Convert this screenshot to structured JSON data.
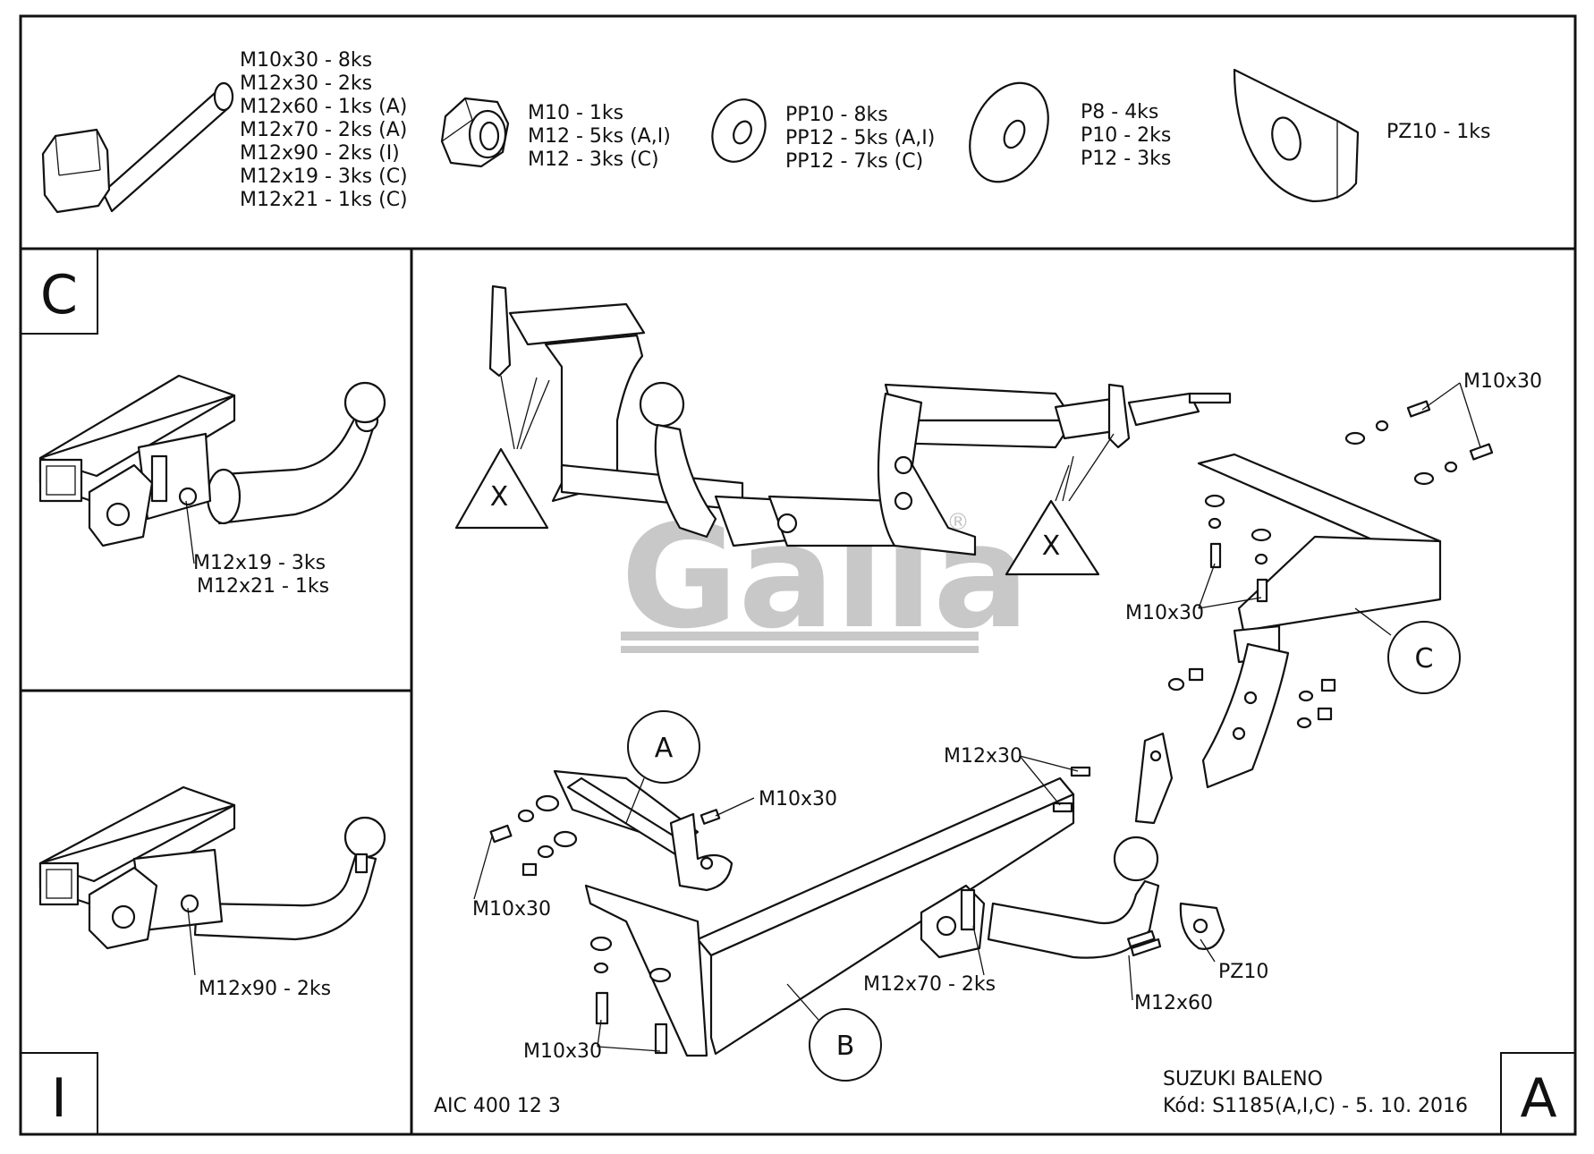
{
  "hardware": {
    "bolts": [
      "M10x30 - 8ks",
      "M12x30 - 2ks",
      "M12x60 - 1ks (A)",
      "M12x70 - 2ks (A)",
      "M12x90 - 2ks (I)",
      "M12x19 - 3ks (C)",
      "M12x21 - 1ks (C)"
    ],
    "nuts": [
      "M10 - 1ks",
      "M12 - 5ks (A,I)",
      "M12 - 3ks (C)"
    ],
    "washers_pp": [
      "PP10 - 8ks",
      "PP12 - 5ks (A,I)",
      "PP12 - 7ks (C)"
    ],
    "washers_p": [
      "P8 - 4ks",
      "P10 - 2ks",
      "P12 - 3ks"
    ],
    "plate": [
      "PZ10 - 1ks"
    ]
  },
  "panel_c": {
    "letter": "C",
    "callouts": [
      "M12x19 - 3ks",
      "M12x21 - 1ks"
    ]
  },
  "panel_i": {
    "letter": "I",
    "callouts": [
      "M12x90 - 2ks"
    ]
  },
  "main": {
    "x_marker": "X",
    "watermark": "Galia",
    "registered": "®",
    "circles": {
      "a": "A",
      "b": "B",
      "c": "C"
    },
    "callouts": {
      "m10x30_top_right": "M10x30",
      "m10x30_mid_right": "M10x30",
      "m12x30": "M12x30",
      "m10x30_a_right": "M10x30",
      "m10x30_a_left": "M10x30",
      "m10x30_bottom": "M10x30",
      "m12x70": "M12x70 - 2ks",
      "m12x60": "M12x60",
      "pz10": "PZ10"
    },
    "aic_code": "AIC 400 12 3",
    "vehicle": "SUZUKI BALENO",
    "code_line": "Kód: S1185(A,I,C) - 5. 10. 2016",
    "corner_letter": "A"
  }
}
